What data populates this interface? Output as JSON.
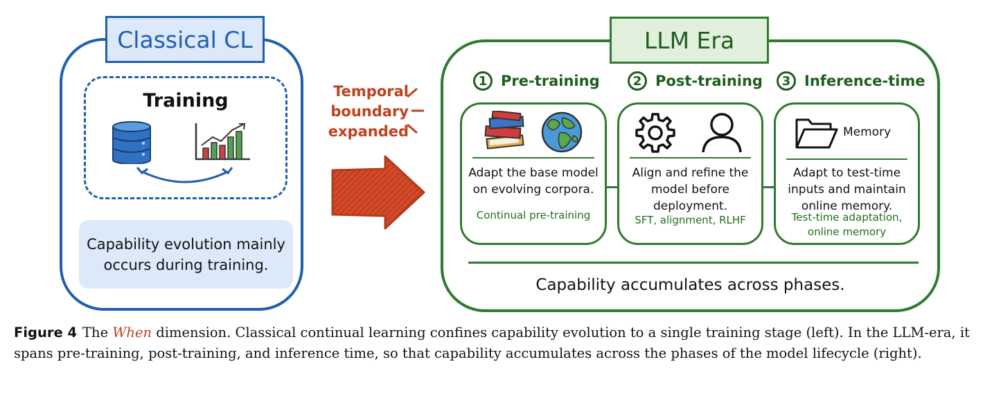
{
  "left": {
    "title": "Classical CL",
    "training_label": "Training",
    "capability_text": "Capability evolution mainly occurs during training."
  },
  "middle": {
    "temporal_lines": [
      "Temporal",
      "boundary",
      "expanded"
    ]
  },
  "right": {
    "title": "LLM Era",
    "phases": [
      {
        "num": "1",
        "label": "Pre-training",
        "desc": "Adapt the base model on evolving corpora.",
        "note": "Continual pre-training"
      },
      {
        "num": "2",
        "label": "Post-training",
        "desc": "Align and refine the model before deployment.",
        "note": "SFT, alignment, RLHF"
      },
      {
        "num": "3",
        "label": "Inference-time",
        "desc": "Adapt to test-time inputs and maintain online memory.",
        "note": "Test-time adaptation, online memory",
        "icon_label": "Memory"
      }
    ],
    "bottom_text": "Capability accumulates across phases."
  },
  "caption": {
    "label": "Figure 4",
    "pre": "The ",
    "emph": "When",
    "post": " dimension. Classical continual learning confines capability evolution to a single training stage (left). In the LLM-era, it spans pre-training, post-training, and inference time, so that capability accumulates across the phases of the model lifecycle (right)."
  },
  "colors": {
    "classical_blue": "#1f5fb0",
    "classical_fill": "#dce9fb",
    "llm_green": "#2f7a2f",
    "llm_fill": "#e0f0dc",
    "temporal_red": "#c0401f"
  },
  "icons": [
    "database-icon",
    "bar-chart-icon",
    "cycle-arrow-icon",
    "books-icon",
    "globe-icon",
    "gear-icon",
    "user-icon",
    "folder-icon",
    "big-arrow-icon"
  ]
}
